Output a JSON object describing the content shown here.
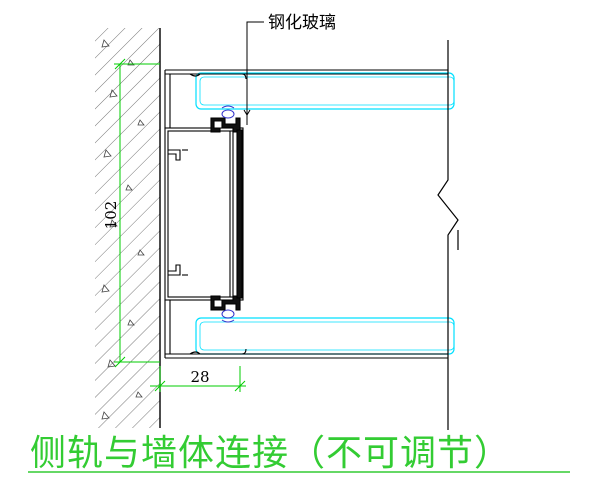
{
  "callout_label": "钢化玻璃",
  "caption": "侧轨与墙体连接（不可调节）",
  "dimensions": {
    "vertical": "102",
    "horizontal": "28"
  },
  "colors": {
    "dimension": "#00cc00",
    "caption": "#33cc33",
    "glass": "#00e0ff",
    "seal": "#3333cc",
    "outline": "#000000"
  }
}
